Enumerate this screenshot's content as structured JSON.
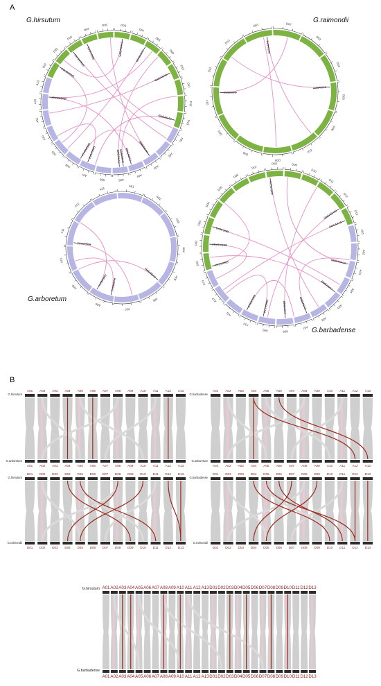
{
  "panel_a": {
    "letter": "A",
    "colors": {
      "a_chrom": "#b7b5e3",
      "d_chrom": "#7cb342",
      "link": "#e58fc7"
    },
    "circles": [
      {
        "species": "G.hirsutum",
        "labels": [
          "D05",
          "D06",
          "D07",
          "D08",
          "D09",
          "D10",
          "D11",
          "D12",
          "D13",
          "A01",
          "A02",
          "A03",
          "A04",
          "A05",
          "A06",
          "A07",
          "A08",
          "A09",
          "A10",
          "A11",
          "A12",
          "A13",
          "D01",
          "D02",
          "D03",
          "D04"
        ],
        "genes": [
          "GhGASA1",
          "GhGASA2",
          "GhGASA3",
          "GhGASA4",
          "GhGASA5",
          "GhGASA6",
          "GhGASA7",
          "GhGASA8",
          "GhGASA9",
          "GhGASA10",
          "GhGASA11",
          "GhGASA12",
          "GhGASA13",
          "GhGASA14"
        ]
      },
      {
        "species": "G.raimondii",
        "labels": [
          "D01",
          "D02",
          "D03",
          "D04",
          "D05",
          "D06",
          "D07",
          "D08",
          "D09",
          "D10",
          "D11",
          "D12",
          "D13"
        ],
        "genes": [
          "GrGASA1",
          "GrGASA2",
          "GrGASA3"
        ]
      },
      {
        "species": "G.arboretum",
        "labels": [
          "A01",
          "A02",
          "A03",
          "A04",
          "A05",
          "A06",
          "A07",
          "A08",
          "A09",
          "A10",
          "A11",
          "A12",
          "A13"
        ],
        "genes": [
          "GaGASA1",
          "GaGASA2",
          "GaGASA3",
          "GaGASA4"
        ]
      },
      {
        "species": "G.barbadense",
        "labels": [
          "D03",
          "D04",
          "D05",
          "D06",
          "D07",
          "D08",
          "D09",
          "D10",
          "D11",
          "D12",
          "D13",
          "A01",
          "A02",
          "A03",
          "A04",
          "A05",
          "A06",
          "A07",
          "A08",
          "A09",
          "A10",
          "A11",
          "A12",
          "A13",
          "D01",
          "D02"
        ],
        "genes": [
          "GbGASA1",
          "GbGASA2",
          "GbGASA3",
          "GbGASA4",
          "GbGASA5",
          "GbGASA6",
          "GbGASA7",
          "GbGASA8",
          "GbGASA9",
          "GbGASA10",
          "GbGASA11",
          "GbGASA12"
        ]
      }
    ]
  },
  "panel_b": {
    "letter": "B",
    "colors": {
      "bar": "#2b2b2b",
      "ribbon": "#cfcfcf",
      "pink": "#f4c6d6",
      "red": "#9b2a1e"
    },
    "a_chroms": [
      "A01",
      "A02",
      "A03",
      "A04",
      "A05",
      "A06",
      "A07",
      "A08",
      "A09",
      "A10",
      "A11",
      "A12",
      "A13"
    ],
    "d_chroms": [
      "D01",
      "D02",
      "D03",
      "D04",
      "D05",
      "D06",
      "D07",
      "D08",
      "D09",
      "D10",
      "D11",
      "D12",
      "D13"
    ],
    "plots": [
      {
        "top_species": "G.hirsutum",
        "bottom_species": "G.arboretum"
      },
      {
        "top_species": "G.barbadense",
        "bottom_species": "G.arboretum"
      },
      {
        "top_species": "G.hirsutum",
        "bottom_species": "G.raimondii"
      },
      {
        "top_species": "G.barbadense",
        "bottom_species": "G.raimondii"
      },
      {
        "top_species": "G.hirsutum",
        "bottom_species": "G.barbadense"
      }
    ]
  }
}
